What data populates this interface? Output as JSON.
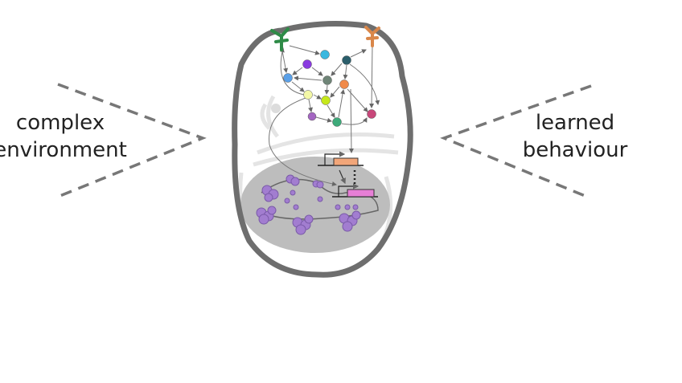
{
  "left_label": {
    "line1": "complex",
    "line2": "environment"
  },
  "right_label": {
    "line1": "learned",
    "line2": "behaviour"
  },
  "colors": {
    "membrane": "#6e6e6e",
    "nucleus": "#bdbdbd",
    "receptor_left": "#2e8b47",
    "receptor_right": "#d9874a",
    "gene_1": "#f2a679",
    "gene_2": "#e77fd6",
    "chromatin": "#8a62b5"
  }
}
